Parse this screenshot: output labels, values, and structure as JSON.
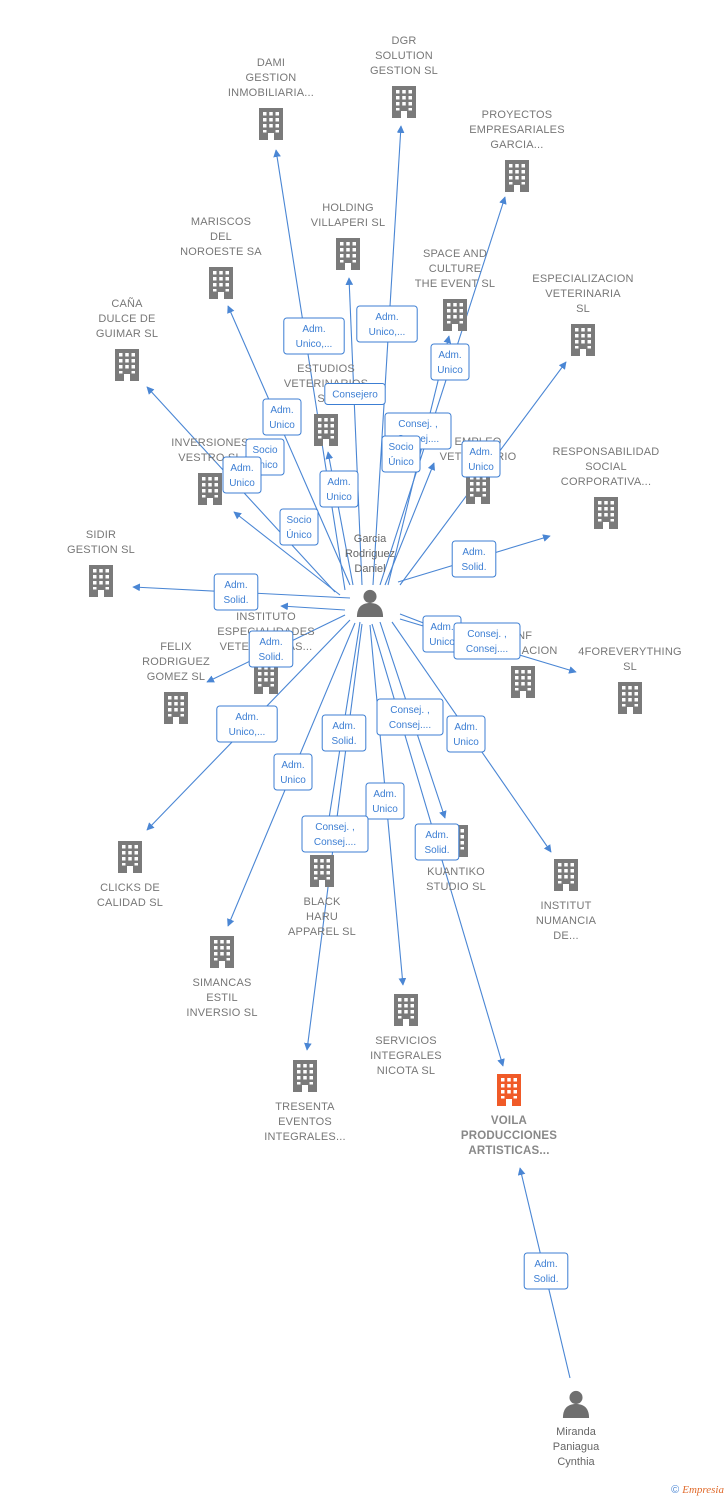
{
  "colors": {
    "edge": "#4a86d4",
    "building": "#7a7a7a",
    "building_main": "#f05a28",
    "person": "#6f6f6f"
  },
  "persons": [
    {
      "id": "garcia",
      "lines": [
        "Garcia",
        "Rodriguez",
        "Daniel"
      ],
      "icon": "person-icon"
    },
    {
      "id": "miranda",
      "lines": [
        "Miranda",
        "Paniagua",
        "Cynthia"
      ],
      "icon": "person-icon"
    }
  ],
  "companies": [
    {
      "id": "dami",
      "lines": [
        "DAMI",
        "GESTION",
        "INMOBILIARIA..."
      ]
    },
    {
      "id": "dgr",
      "lines": [
        "DGR",
        "SOLUTION",
        "GESTION  SL"
      ]
    },
    {
      "id": "proyectos",
      "lines": [
        "PROYECTOS",
        "EMPRESARIALES",
        "GARCIA..."
      ]
    },
    {
      "id": "holding",
      "lines": [
        "HOLDING",
        "VILLAPERI  SL"
      ]
    },
    {
      "id": "mariscos",
      "lines": [
        "MARISCOS",
        "DEL",
        "NOROESTE SA"
      ]
    },
    {
      "id": "space",
      "lines": [
        "SPACE AND",
        "CULTURE",
        "THE EVENT SL"
      ]
    },
    {
      "id": "especializacion",
      "lines": [
        "ESPECIALIZACION",
        "VETERINARIA",
        "SL"
      ]
    },
    {
      "id": "cana",
      "lines": [
        "CAÑA",
        "DULCE DE",
        "GUIMAR SL"
      ]
    },
    {
      "id": "estudios",
      "lines": [
        "ESTUDIOS",
        "VETERINARIOS",
        "S..."
      ]
    },
    {
      "id": "empleo",
      "lines": [
        "EMPLEO",
        "VETERINARIO"
      ]
    },
    {
      "id": "inversiones",
      "lines": [
        "INVERSIONES",
        "VESTRO SL"
      ]
    },
    {
      "id": "responsabilidad",
      "lines": [
        "RESPONSABILIDAD",
        "SOCIAL",
        "CORPORATIVA..."
      ]
    },
    {
      "id": "sidir",
      "lines": [
        "SIDIR",
        "GESTION SL"
      ]
    },
    {
      "id": "instituto",
      "lines": [
        "INSTITUTO",
        "ESPECIALIDADES",
        "VETERINARIAS..."
      ]
    },
    {
      "id": "inf",
      "lines": [
        "INF",
        "FORMACION"
      ]
    },
    {
      "id": "felix",
      "lines": [
        "FELIX",
        "RODRIGUEZ",
        "GOMEZ  SL"
      ]
    },
    {
      "id": "4forever",
      "lines": [
        "4FOREVERYTHING",
        "SL"
      ]
    },
    {
      "id": "clicks",
      "lines": [
        "CLICKS DE",
        "CALIDAD  SL"
      ]
    },
    {
      "id": "black",
      "lines": [
        "BLACK",
        "HARU",
        "APPAREL  SL"
      ]
    },
    {
      "id": "kuantiko",
      "lines": [
        "KUANTIKO",
        "STUDIO  SL"
      ]
    },
    {
      "id": "institut",
      "lines": [
        "INSTITUT",
        "NUMANCIA",
        "DE..."
      ]
    },
    {
      "id": "simancas",
      "lines": [
        "SIMANCAS",
        "ESTIL",
        "INVERSIO SL"
      ]
    },
    {
      "id": "servicios",
      "lines": [
        "SERVICIOS",
        "INTEGRALES",
        "NICOTA SL"
      ]
    },
    {
      "id": "tresenta",
      "lines": [
        "TRESENTA",
        "EVENTOS",
        "INTEGRALES..."
      ]
    },
    {
      "id": "voila",
      "lines": [
        "VOILA",
        "PRODUCCIONES",
        "ARTISTICAS..."
      ],
      "main": true
    }
  ],
  "edges": [
    {
      "from": "garcia",
      "to": "dami",
      "label": [
        "Adm.",
        "Unico,..."
      ]
    },
    {
      "from": "garcia",
      "to": "dgr",
      "label": [
        "Adm.",
        "Unico,..."
      ]
    },
    {
      "from": "garcia",
      "to": "proyectos",
      "label": [
        "Adm.",
        "Unico"
      ]
    },
    {
      "from": "garcia",
      "to": "holding",
      "label": [
        "Consejero"
      ]
    },
    {
      "from": "garcia",
      "to": "mariscos",
      "label": [
        "Adm.",
        "Unico"
      ]
    },
    {
      "from": "garcia",
      "to": "space",
      "label": [
        "Consej. ,",
        "Consej...."
      ]
    },
    {
      "from": "garcia",
      "to": "especializacion",
      "label": [
        "Adm.",
        "Unico"
      ]
    },
    {
      "from": "garcia",
      "to": "cana",
      "label": [
        "Socio",
        "Único"
      ]
    },
    {
      "from": "garcia",
      "to": "estudios",
      "label": [
        "Adm.",
        "Unico"
      ]
    },
    {
      "from": "garcia",
      "to": "empleo",
      "label": [
        "Socio",
        "Único"
      ]
    },
    {
      "from": "garcia",
      "to": "inversiones",
      "label": [
        "Adm.",
        "Unico"
      ]
    },
    {
      "from": "garcia",
      "to": "responsabilidad",
      "label": [
        "Adm.",
        "Solid."
      ]
    },
    {
      "from": "garcia",
      "to": "sidir",
      "label": [
        "Adm.",
        "Solid."
      ]
    },
    {
      "from": "garcia",
      "to": "instituto",
      "label": [
        "Socio",
        "Único"
      ]
    },
    {
      "from": "garcia",
      "to": "inf",
      "label": [
        "Adm.",
        "Unico"
      ]
    },
    {
      "from": "garcia",
      "to": "felix",
      "label": [
        "Adm.",
        "Solid."
      ]
    },
    {
      "from": "garcia",
      "to": "4forever",
      "label": [
        "Consej. ,",
        "Consej...."
      ]
    },
    {
      "from": "garcia",
      "to": "clicks",
      "label": [
        "Adm.",
        "Unico,..."
      ]
    },
    {
      "from": "garcia",
      "to": "black",
      "label": [
        "Adm.",
        "Solid."
      ]
    },
    {
      "from": "garcia",
      "to": "kuantiko",
      "label": [
        "Consej. ,",
        "Consej...."
      ]
    },
    {
      "from": "garcia",
      "to": "institut",
      "label": [
        "Adm.",
        "Unico"
      ]
    },
    {
      "from": "garcia",
      "to": "simancas",
      "label": [
        "Adm.",
        "Unico"
      ]
    },
    {
      "from": "garcia",
      "to": "servicios",
      "label": [
        "Adm.",
        "Unico"
      ]
    },
    {
      "from": "garcia",
      "to": "tresenta",
      "label": [
        "Consej. ,",
        "Consej...."
      ]
    },
    {
      "from": "garcia",
      "to": "voila",
      "label": [
        "Adm.",
        "Solid."
      ]
    },
    {
      "from": "miranda",
      "to": "voila",
      "label": [
        "Adm.",
        "Solid."
      ]
    }
  ],
  "footer": {
    "symbol": "©",
    "brand": "Empresia"
  }
}
